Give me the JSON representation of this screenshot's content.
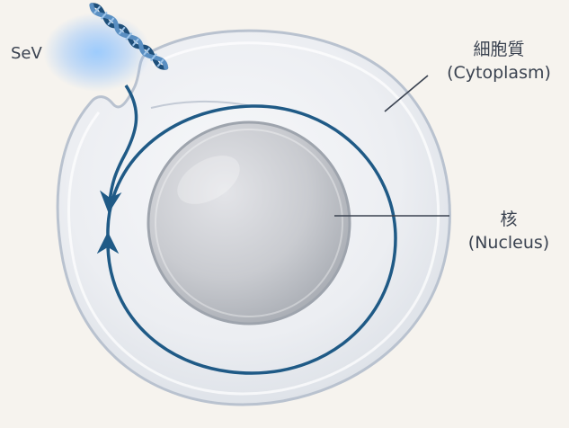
{
  "labels": {
    "virus": "SeV",
    "cytoplasm_native": "細胞質",
    "cytoplasm_english": "(Cytoplasm)",
    "nucleus_native": "核",
    "nucleus_english": "(Nucleus)"
  },
  "colors": {
    "background": "#f6f3ee",
    "cell_fill": "#eceef2",
    "cell_outline": "#b9c2cf",
    "nucleus_fill": "#c4c6cc",
    "arrow": "#1f5a86",
    "virus_glow": "#5aa7ff"
  },
  "icons": {
    "virus": "dna-helix-icon",
    "arrow_in": "curved-arrow-icon",
    "arrow_cycle": "circular-arrow-icon"
  }
}
